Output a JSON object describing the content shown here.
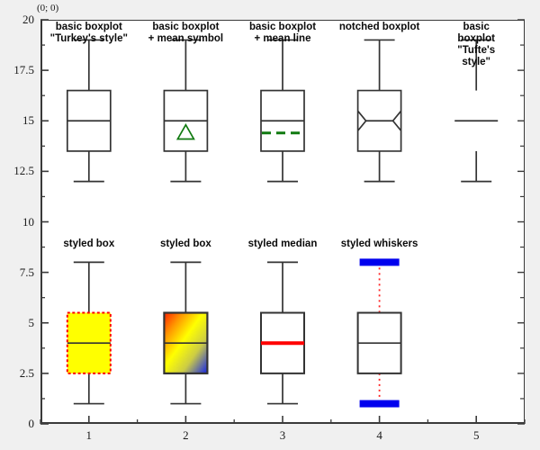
{
  "origin_label": "(0; 0)",
  "axes": {
    "y_ticks": [
      0,
      2.5,
      5,
      7.5,
      10,
      12.5,
      15,
      17.5,
      20
    ],
    "y_tick_labels": [
      "0",
      "2.5",
      "5",
      "7.5",
      "10",
      "12.5",
      "15",
      "17.5",
      "20"
    ],
    "y_min": 0,
    "y_max": 20,
    "x_ticks": [
      1,
      2,
      3,
      4,
      5
    ],
    "x_tick_labels": [
      "1",
      "2",
      "3",
      "4",
      "5"
    ],
    "x_min": 0.5,
    "x_max": 5.5,
    "grid": false
  },
  "captions": {
    "top": [
      "basic boxplot\n\"Turkey's style\"",
      "basic boxplot\n+ mean symbol",
      "basic boxplot\n+ mean line",
      "notched boxplot",
      "basic boxplot\n\"Tufte's style\""
    ],
    "bottom": [
      "styled box",
      "styled box",
      "styled median",
      "styled whiskers"
    ]
  },
  "colors": {
    "background": "#f0f0f0",
    "plot_background": "#ffffff",
    "axis": "#3a3a3a",
    "box_stroke": "#333333",
    "mean_green": "#107a10",
    "median_red": "#ff0000",
    "styled_box_fill": "#ffff00",
    "styled_box_border": "#ff0000",
    "whisker_cap_blue": "#0000ee",
    "whisker_line_red": "#ff2222",
    "gradient_start": "#ff2200",
    "gradient_mid": "#ffff00",
    "gradient_end": "#1122ee"
  },
  "chart_data": {
    "type": "box",
    "title": "",
    "xlabel": "",
    "ylabel": "",
    "ylim": [
      0,
      20
    ],
    "xlim": [
      0.5,
      5.5
    ],
    "grid": false,
    "series": [
      {
        "name": "basic boxplot \"Turkey's style\"",
        "row": "top",
        "x": 1,
        "whisker_low": 12,
        "q1": 13.5,
        "median": 15,
        "q3": 16.5,
        "whisker_high": 19,
        "style": "basic"
      },
      {
        "name": "basic boxplot + mean symbol",
        "row": "top",
        "x": 2,
        "whisker_low": 12,
        "q1": 13.5,
        "median": 15,
        "q3": 16.5,
        "whisker_high": 19,
        "mean": 14.4,
        "style": "mean-symbol",
        "mean_marker": "triangle"
      },
      {
        "name": "basic boxplot + mean line",
        "row": "top",
        "x": 3,
        "whisker_low": 12,
        "q1": 13.5,
        "median": 15,
        "q3": 16.5,
        "whisker_high": 19,
        "mean": 14.4,
        "style": "mean-line"
      },
      {
        "name": "notched boxplot",
        "row": "top",
        "x": 4,
        "whisker_low": 12,
        "q1": 13.5,
        "median": 15,
        "q3": 16.5,
        "whisker_high": 19,
        "style": "notched"
      },
      {
        "name": "basic boxplot \"Tufte's style\"",
        "row": "top",
        "x": 5,
        "whisker_low": 12,
        "q1": 13.5,
        "median": 15,
        "q3": 16.5,
        "whisker_high": 19,
        "style": "tufte"
      },
      {
        "name": "styled box",
        "row": "bottom",
        "x": 1,
        "whisker_low": 1,
        "q1": 2.5,
        "median": 4,
        "q3": 5.5,
        "whisker_high": 8,
        "style": "styled-box-solid"
      },
      {
        "name": "styled box",
        "row": "bottom",
        "x": 2,
        "whisker_low": 1,
        "q1": 2.5,
        "median": 4,
        "q3": 5.5,
        "whisker_high": 8,
        "style": "styled-box-gradient"
      },
      {
        "name": "styled median",
        "row": "bottom",
        "x": 3,
        "whisker_low": 1,
        "q1": 2.5,
        "median": 4,
        "q3": 5.5,
        "whisker_high": 8,
        "style": "styled-median"
      },
      {
        "name": "styled whiskers",
        "row": "bottom",
        "x": 4,
        "whisker_low": 1,
        "q1": 2.5,
        "median": 4,
        "q3": 5.5,
        "whisker_high": 8,
        "style": "styled-whiskers"
      }
    ]
  }
}
